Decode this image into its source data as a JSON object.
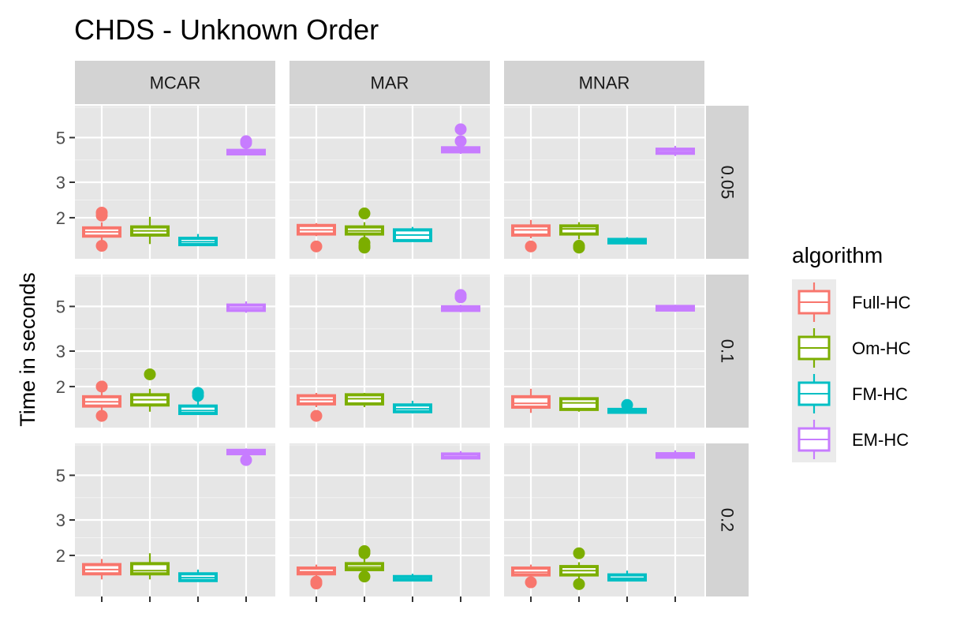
{
  "chart_data": {
    "type": "boxplot",
    "title": "CHDS - Unknown Order",
    "ylabel": "Time in seconds",
    "xlabel": "",
    "y_scale": "log",
    "ylim": [
      1.25,
      7.2
    ],
    "y_ticks": [
      2,
      3,
      5
    ],
    "y_tick_labels": [
      "2",
      "3",
      "5"
    ],
    "grid": true,
    "columns": [
      "MCAR",
      "MAR",
      "MNAR"
    ],
    "rows": [
      "0.05",
      "0.1",
      "0.2"
    ],
    "legend": {
      "title": "algorithm",
      "position": "right",
      "entries": [
        "Full-HC",
        "Om-HC",
        "FM-HC",
        "EM-HC"
      ]
    },
    "colors": {
      "Full-HC": "#F8766D",
      "Om-HC": "#7CAE00",
      "FM-HC": "#00BFC4",
      "EM-HC": "#C77CFF"
    },
    "algorithms": [
      "Full-HC",
      "Om-HC",
      "FM-HC",
      "EM-HC"
    ],
    "panels": [
      {
        "col": "MCAR",
        "row": "0.05",
        "boxes": [
          {
            "algorithm": "Full-HC",
            "lo": 1.52,
            "q1": 1.62,
            "med": 1.7,
            "q3": 1.78,
            "hi": 1.9,
            "outliers": [
              2.05,
              2.12,
              1.45
            ]
          },
          {
            "algorithm": "Om-HC",
            "lo": 1.48,
            "q1": 1.64,
            "med": 1.72,
            "q3": 1.8,
            "hi": 2.02,
            "outliers": []
          },
          {
            "algorithm": "FM-HC",
            "lo": 1.45,
            "q1": 1.47,
            "med": 1.52,
            "q3": 1.58,
            "hi": 1.66,
            "outliers": []
          },
          {
            "algorithm": "EM-HC",
            "lo": 4.1,
            "q1": 4.15,
            "med": 4.22,
            "q3": 4.32,
            "hi": 4.42,
            "outliers": [
              4.7,
              4.8
            ]
          }
        ]
      },
      {
        "col": "MAR",
        "row": "0.05",
        "boxes": [
          {
            "algorithm": "Full-HC",
            "lo": 1.62,
            "q1": 1.66,
            "med": 1.74,
            "q3": 1.83,
            "hi": 1.88,
            "outliers": [
              1.44
            ]
          },
          {
            "algorithm": "Om-HC",
            "lo": 1.58,
            "q1": 1.66,
            "med": 1.72,
            "q3": 1.8,
            "hi": 1.9,
            "outliers": [
              2.1,
              1.5,
              1.45,
              1.42
            ]
          },
          {
            "algorithm": "FM-HC",
            "lo": 1.52,
            "q1": 1.54,
            "med": 1.64,
            "q3": 1.74,
            "hi": 1.8,
            "outliers": []
          },
          {
            "algorithm": "EM-HC",
            "lo": 4.15,
            "q1": 4.25,
            "med": 4.35,
            "q3": 4.45,
            "hi": 4.6,
            "outliers": [
              4.8,
              5.5
            ]
          }
        ]
      },
      {
        "col": "MNAR",
        "row": "0.05",
        "boxes": [
          {
            "algorithm": "Full-HC",
            "lo": 1.58,
            "q1": 1.64,
            "med": 1.74,
            "q3": 1.82,
            "hi": 1.95,
            "outliers": [
              1.44
            ]
          },
          {
            "algorithm": "Om-HC",
            "lo": 1.56,
            "q1": 1.66,
            "med": 1.76,
            "q3": 1.82,
            "hi": 1.9,
            "outliers": [
              1.45,
              1.42
            ]
          },
          {
            "algorithm": "FM-HC",
            "lo": 1.48,
            "q1": 1.5,
            "med": 1.53,
            "q3": 1.56,
            "hi": 1.6,
            "outliers": []
          },
          {
            "algorithm": "EM-HC",
            "lo": 4.05,
            "q1": 4.18,
            "med": 4.26,
            "q3": 4.38,
            "hi": 4.55,
            "outliers": []
          }
        ]
      },
      {
        "col": "MCAR",
        "row": "0.1",
        "boxes": [
          {
            "algorithm": "Full-HC",
            "lo": 1.52,
            "q1": 1.6,
            "med": 1.68,
            "q3": 1.78,
            "hi": 1.88,
            "outliers": [
              2.0,
              1.43
            ]
          },
          {
            "algorithm": "Om-HC",
            "lo": 1.5,
            "q1": 1.62,
            "med": 1.72,
            "q3": 1.82,
            "hi": 1.95,
            "outliers": [
              2.3
            ]
          },
          {
            "algorithm": "FM-HC",
            "lo": 1.45,
            "q1": 1.47,
            "med": 1.52,
            "q3": 1.6,
            "hi": 1.75,
            "outliers": [
              1.8,
              1.86
            ]
          },
          {
            "algorithm": "EM-HC",
            "lo": 4.65,
            "q1": 4.78,
            "med": 4.92,
            "q3": 5.08,
            "hi": 5.3,
            "outliers": []
          }
        ]
      },
      {
        "col": "MAR",
        "row": "0.1",
        "boxes": [
          {
            "algorithm": "Full-HC",
            "lo": 1.58,
            "q1": 1.64,
            "med": 1.72,
            "q3": 1.8,
            "hi": 1.86,
            "outliers": [
              1.43
            ]
          },
          {
            "algorithm": "Om-HC",
            "lo": 1.58,
            "q1": 1.64,
            "med": 1.74,
            "q3": 1.82,
            "hi": 1.86,
            "outliers": []
          },
          {
            "algorithm": "FM-HC",
            "lo": 1.47,
            "q1": 1.5,
            "med": 1.55,
            "q3": 1.62,
            "hi": 1.7,
            "outliers": []
          },
          {
            "algorithm": "EM-HC",
            "lo": 4.68,
            "q1": 4.78,
            "med": 4.86,
            "q3": 4.98,
            "hi": 5.1,
            "outliers": [
              5.55,
              5.7
            ]
          }
        ]
      },
      {
        "col": "MNAR",
        "row": "0.1",
        "boxes": [
          {
            "algorithm": "Full-HC",
            "lo": 1.48,
            "q1": 1.58,
            "med": 1.65,
            "q3": 1.78,
            "hi": 1.95,
            "outliers": []
          },
          {
            "algorithm": "Om-HC",
            "lo": 1.5,
            "q1": 1.54,
            "med": 1.66,
            "q3": 1.74,
            "hi": 1.76,
            "outliers": []
          },
          {
            "algorithm": "FM-HC",
            "lo": 1.47,
            "q1": 1.49,
            "med": 1.51,
            "q3": 1.54,
            "hi": 1.58,
            "outliers": [
              1.62
            ]
          },
          {
            "algorithm": "EM-HC",
            "lo": 4.7,
            "q1": 4.8,
            "med": 4.9,
            "q3": 5.0,
            "hi": 5.1,
            "outliers": []
          }
        ]
      },
      {
        "col": "MCAR",
        "row": "0.2",
        "boxes": [
          {
            "algorithm": "Full-HC",
            "lo": 1.52,
            "q1": 1.62,
            "med": 1.7,
            "q3": 1.8,
            "hi": 1.92,
            "outliers": []
          },
          {
            "algorithm": "Om-HC",
            "lo": 1.52,
            "q1": 1.62,
            "med": 1.68,
            "q3": 1.82,
            "hi": 2.05,
            "outliers": []
          },
          {
            "algorithm": "FM-HC",
            "lo": 1.48,
            "q1": 1.5,
            "med": 1.55,
            "q3": 1.62,
            "hi": 1.7,
            "outliers": []
          },
          {
            "algorithm": "EM-HC",
            "lo": 6.3,
            "q1": 6.4,
            "med": 6.5,
            "q3": 6.65,
            "hi": 6.8,
            "outliers": [
              5.95
            ]
          }
        ]
      },
      {
        "col": "MAR",
        "row": "0.2",
        "boxes": [
          {
            "algorithm": "Full-HC",
            "lo": 1.55,
            "q1": 1.62,
            "med": 1.66,
            "q3": 1.73,
            "hi": 1.8,
            "outliers": [
              1.45,
              1.48
            ]
          },
          {
            "algorithm": "Om-HC",
            "lo": 1.6,
            "q1": 1.7,
            "med": 1.75,
            "q3": 1.82,
            "hi": 1.95,
            "outliers": [
              2.05,
              2.1,
              1.57
            ]
          },
          {
            "algorithm": "FM-HC",
            "lo": 1.49,
            "q1": 1.51,
            "med": 1.53,
            "q3": 1.57,
            "hi": 1.62,
            "outliers": []
          },
          {
            "algorithm": "EM-HC",
            "lo": 6.0,
            "q1": 6.1,
            "med": 6.2,
            "q3": 6.38,
            "hi": 6.6,
            "outliers": []
          }
        ]
      },
      {
        "col": "MNAR",
        "row": "0.2",
        "boxes": [
          {
            "algorithm": "Full-HC",
            "lo": 1.52,
            "q1": 1.6,
            "med": 1.65,
            "q3": 1.73,
            "hi": 1.8,
            "outliers": [
              1.47
            ]
          },
          {
            "algorithm": "Om-HC",
            "lo": 1.52,
            "q1": 1.6,
            "med": 1.68,
            "q3": 1.76,
            "hi": 1.85,
            "outliers": [
              2.05,
              1.44
            ]
          },
          {
            "algorithm": "FM-HC",
            "lo": 1.49,
            "q1": 1.51,
            "med": 1.54,
            "q3": 1.6,
            "hi": 1.68,
            "outliers": []
          },
          {
            "algorithm": "EM-HC",
            "lo": 6.05,
            "q1": 6.15,
            "med": 6.25,
            "q3": 6.4,
            "hi": 6.65,
            "outliers": []
          }
        ]
      }
    ]
  }
}
